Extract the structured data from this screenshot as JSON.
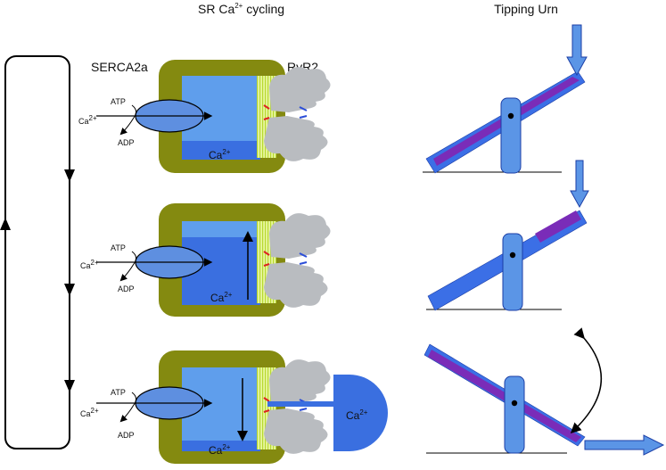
{
  "headers": {
    "sr_main": "SR Ca",
    "sr_sup": "2+",
    "sr_tail": " cycling",
    "urn": "Tipping Urn"
  },
  "labels": {
    "serca": "SERCA2a",
    "ryr": "RyR2",
    "atp": "ATP",
    "adp": "ADP",
    "ca": "Ca",
    "ca_sup": "2+"
  },
  "colors": {
    "sr_wall": "#848a10",
    "sr_lumen_light": "#5f9eec",
    "sr_lumen_dark": "#3a6fe0",
    "ryr_grey": "#b9bcc0",
    "ryr_stripes": "#d8f06a",
    "pump": "#5e8fe0",
    "urn_blue": "#3b6fe6",
    "urn_purple": "#7a2cb8",
    "arrow_blue": "#5b95e6",
    "line": "#000000"
  }
}
